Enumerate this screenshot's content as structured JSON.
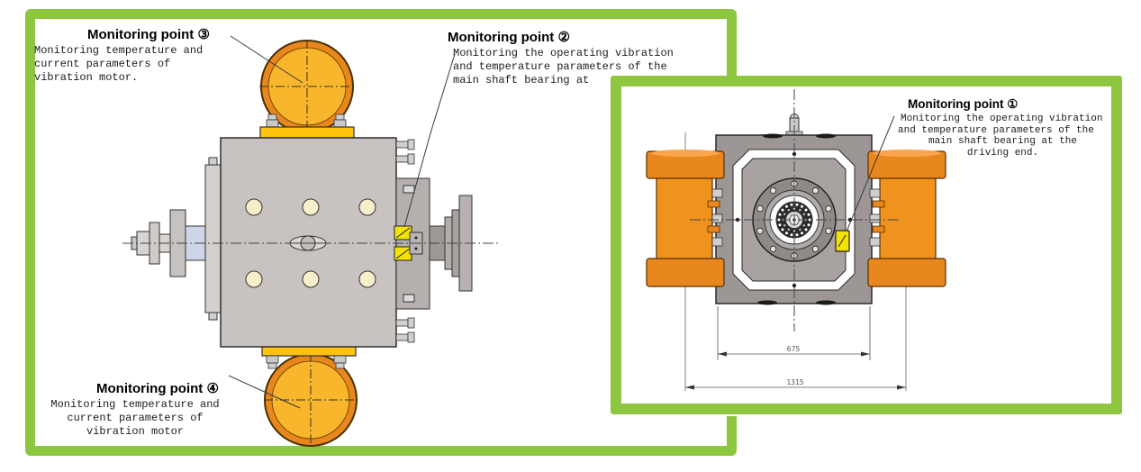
{
  "colors": {
    "panel_border": "#8DC63F",
    "motor_orange_rim": "#E8871E",
    "motor_orange_fill": "#F8B62D",
    "motor_orange_side": "#F0921E",
    "bracket_yellow": "#FFC20E",
    "body_gray": "#C8C2C0",
    "housing_gray": "#9C9795",
    "hole_cream": "#F6EFC9",
    "sensor_yellow": "#F2E205"
  },
  "left_panel": {
    "label_3": {
      "title": "Monitoring point ③",
      "lines": [
        "Monitoring temperature and",
        "current parameters of",
        "vibration motor."
      ]
    },
    "label_2": {
      "title": "Monitoring point ②",
      "lines": [
        "Monitoring the operating vibration",
        "and temperature parameters of the",
        "main shaft bearing at"
      ]
    },
    "label_4": {
      "title": "Monitoring point ④",
      "lines": [
        "Monitoring temperature and",
        "current parameters of",
        "vibration motor"
      ]
    }
  },
  "right_panel": {
    "label_1": {
      "title": "Monitoring point ①",
      "lines": [
        "Monitoring the operating vibration",
        "and temperature parameters of the",
        "main shaft bearing at the",
        "driving end."
      ]
    },
    "dimensions": {
      "inner_width": "675",
      "overall_width": "1315"
    }
  }
}
